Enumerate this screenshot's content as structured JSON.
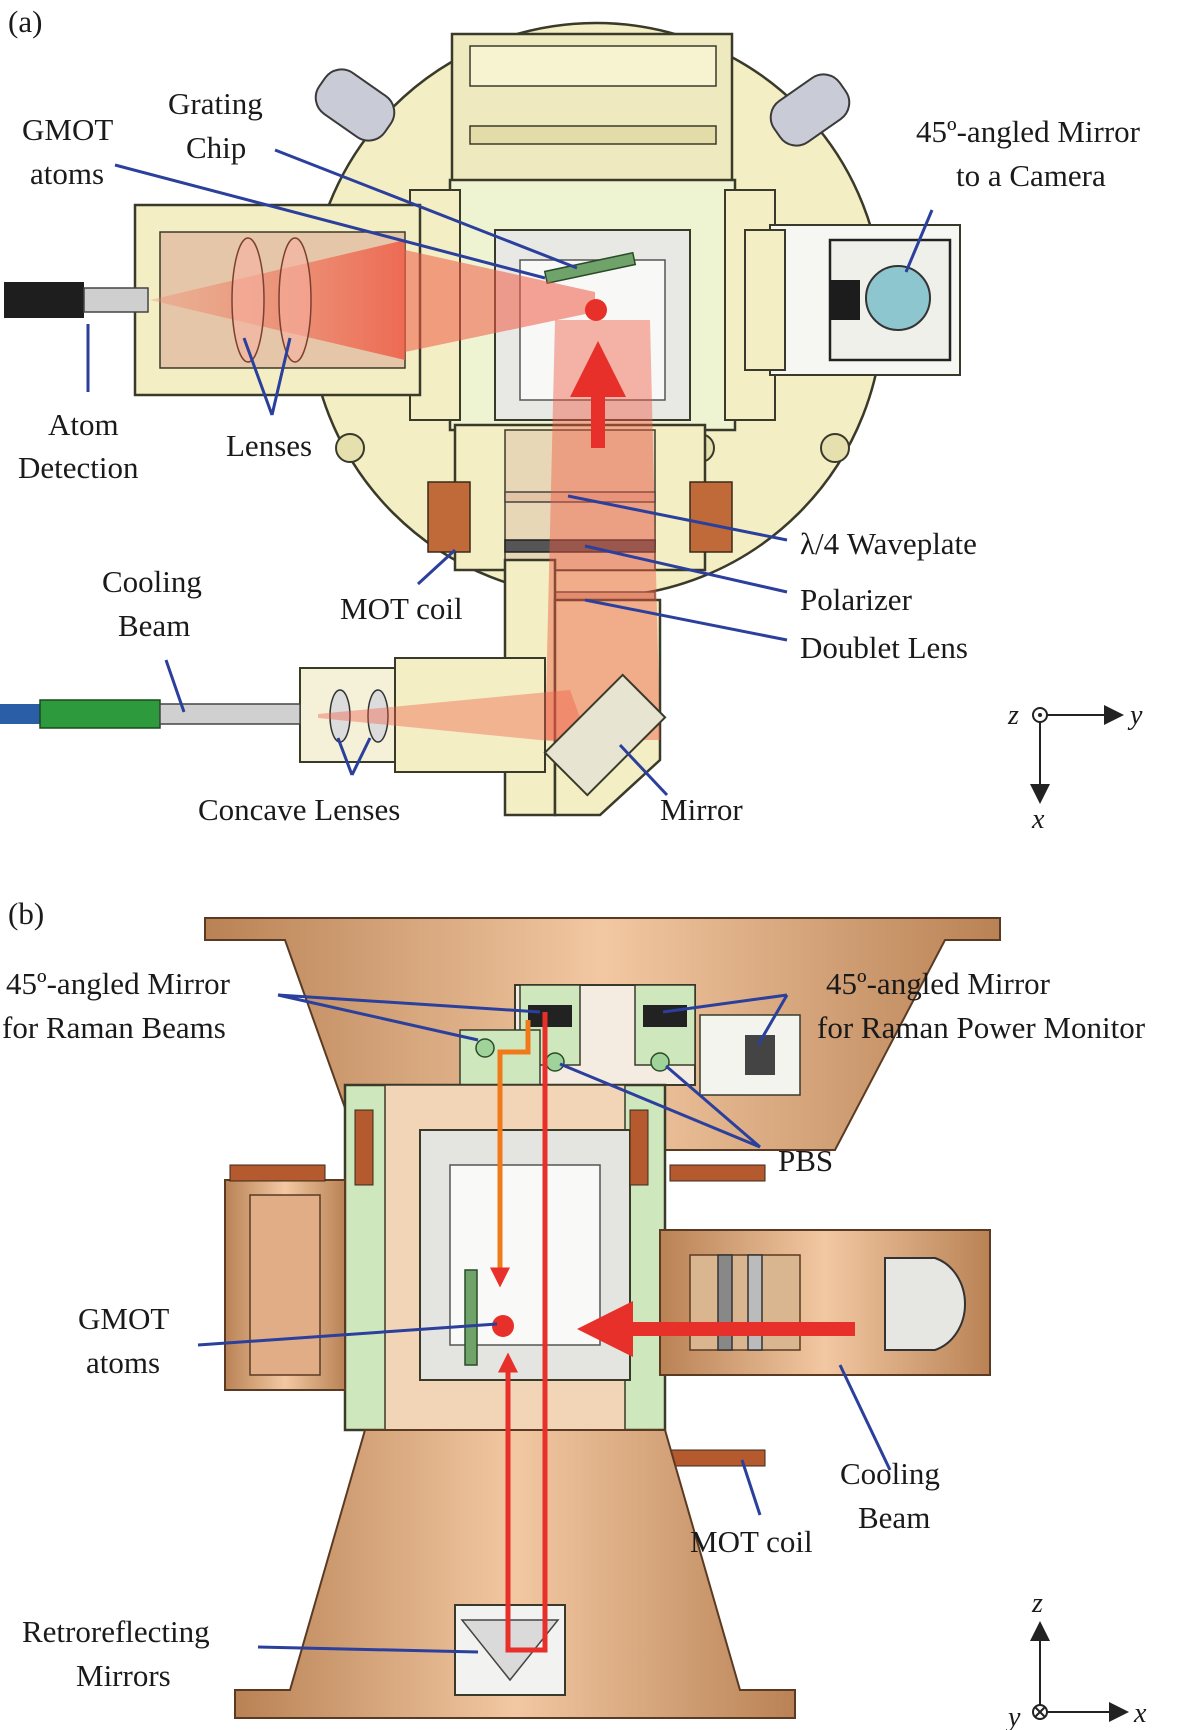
{
  "panel_a": {
    "tag": "(a)",
    "labels": {
      "gmot_1": "GMOT",
      "gmot_2": "atoms",
      "grating_1": "Grating",
      "grating_2": "Chip",
      "mirror45_1": "45º-angled Mirror",
      "mirror45_2": "to a Camera",
      "atom_det_1": "Atom",
      "atom_det_2": "Detection",
      "lenses": "Lenses",
      "waveplate": "λ/4 Waveplate",
      "polarizer": "Polarizer",
      "doublet": "Doublet Lens",
      "cooling_1": "Cooling",
      "cooling_2": "Beam",
      "mot_coil": "MOT coil",
      "concave": "Concave Lenses",
      "mirror": "Mirror"
    },
    "axes": {
      "out": "z",
      "right": "y",
      "down": "x"
    }
  },
  "panel_b": {
    "tag": "(b)",
    "labels": {
      "raman45_1": "45º-angled Mirror",
      "raman45_2": "for Raman Beams",
      "power45_1": "45º-angled Mirror",
      "power45_2": "for Raman Power Monitor",
      "pbs": "PBS",
      "gmot_1": "GMOT",
      "gmot_2": "atoms",
      "cooling_1": "Cooling",
      "cooling_2": "Beam",
      "mot_coil": "MOT coil",
      "retro_1": "Retroreflecting",
      "retro_2": "Mirrors"
    },
    "axes": {
      "up": "z",
      "into": "y",
      "right": "x"
    }
  },
  "colors": {
    "housing": "#f3eec4",
    "housing_edge": "#3a3a2a",
    "green_part": "#cfe7bd",
    "copper": "#d7a27a",
    "copper_dark": "#9a6b45",
    "beam_red": "#e8302a",
    "beam_orange": "#f07a1a",
    "laser_glow": "#f4a48c",
    "leader": "#2b3f9c"
  }
}
